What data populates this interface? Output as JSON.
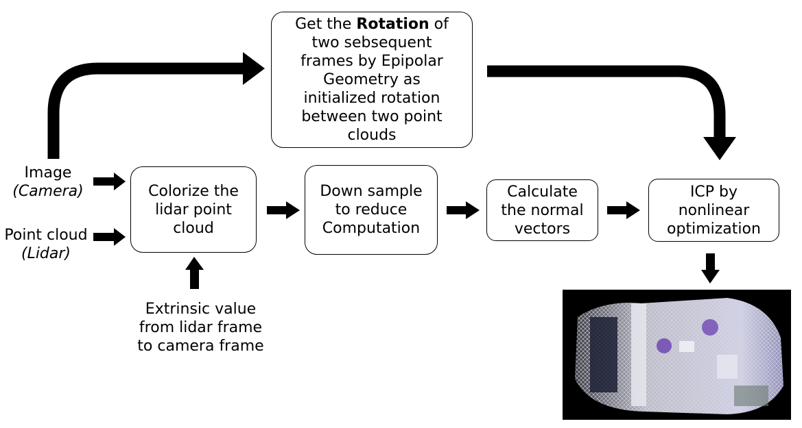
{
  "nodes": {
    "rotation": {
      "pre": "Get the ",
      "bold": "Rotation",
      "post": " of",
      "rest": [
        "two sebsequent",
        "frames by Epipolar",
        "Geometry as",
        "initialized rotation",
        "between two point",
        "clouds"
      ]
    },
    "colorize": [
      "Colorize the",
      "lidar point",
      "cloud"
    ],
    "downsample": [
      "Down sample",
      "to reduce",
      "Computation"
    ],
    "normals": [
      "Calculate",
      "the normal",
      "vectors"
    ],
    "icp": [
      "ICP by",
      "nonlinear",
      "optimization"
    ]
  },
  "inputs": {
    "image": {
      "title": "Image",
      "sub": "(Camera)"
    },
    "pointcloud": {
      "title": "Point cloud",
      "sub": "(Lidar)"
    },
    "extrinsic": [
      "Extrinsic value",
      "from lidar frame",
      "to camera frame"
    ]
  },
  "colors": {
    "stroke": "#000000",
    "accent_purple": "#6a3fb0",
    "pointcloud_bg": "#000000"
  }
}
